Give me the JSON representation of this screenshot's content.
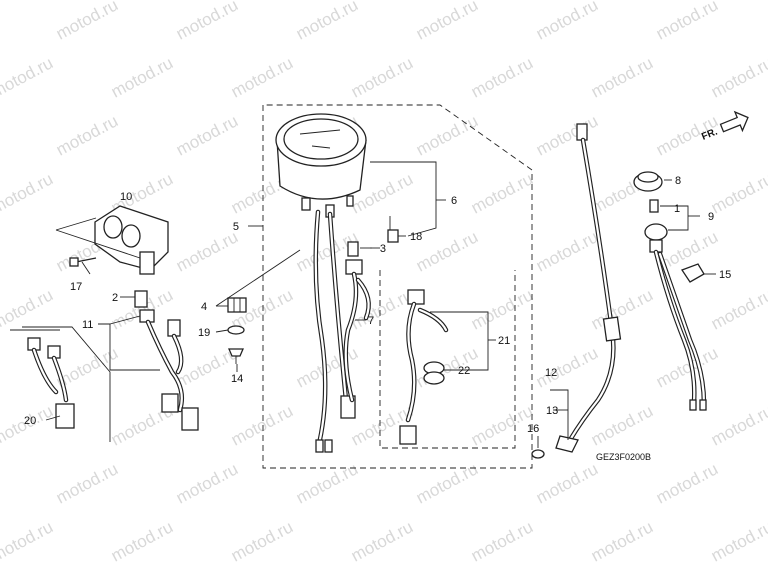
{
  "watermark_text": "motod.ru",
  "diagram_code": "GEZ3F0200B",
  "front_arrow_label": "FR.",
  "callouts": [
    {
      "id": "c1",
      "text": "1"
    },
    {
      "id": "c2",
      "text": "2"
    },
    {
      "id": "c3",
      "text": "3"
    },
    {
      "id": "c4",
      "text": "4"
    },
    {
      "id": "c5",
      "text": "5"
    },
    {
      "id": "c6",
      "text": "6"
    },
    {
      "id": "c7",
      "text": "7"
    },
    {
      "id": "c8",
      "text": "8"
    },
    {
      "id": "c9",
      "text": "9"
    },
    {
      "id": "c10",
      "text": "10"
    },
    {
      "id": "c11",
      "text": "11"
    },
    {
      "id": "c12",
      "text": "12"
    },
    {
      "id": "c13",
      "text": "13"
    },
    {
      "id": "c14",
      "text": "14"
    },
    {
      "id": "c15",
      "text": "15"
    },
    {
      "id": "c16",
      "text": "16"
    },
    {
      "id": "c17",
      "text": "17"
    },
    {
      "id": "c18",
      "text": "18"
    },
    {
      "id": "c19",
      "text": "19"
    },
    {
      "id": "c20",
      "text": "20"
    },
    {
      "id": "c21",
      "text": "21"
    },
    {
      "id": "c22",
      "text": "22"
    }
  ],
  "colors": {
    "line": "#222222",
    "watermark": "#d8d8d8",
    "background": "#ffffff"
  }
}
